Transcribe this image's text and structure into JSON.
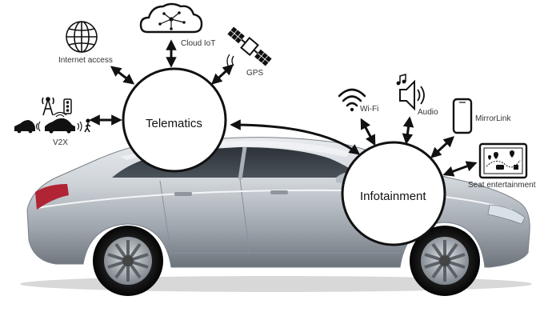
{
  "hubs": {
    "telematics": "Telematics",
    "infotainment": "Infotainment"
  },
  "telematics_services": {
    "cloud_iot": "Cloud IoT",
    "internet_access": "Internet access",
    "gps": "GPS",
    "v2x": "V2X"
  },
  "infotainment_services": {
    "wifi": "Wi-Fi",
    "audio": "Audio",
    "mirrorlink": "MirrorLink",
    "seat_entertainment": "Seat entertainment"
  },
  "icons": {
    "cloud": "cloud-network-icon",
    "globe": "globe-icon",
    "satellite": "satellite-icon",
    "v2x": "v2x-icon",
    "wifi": "wifi-icon",
    "audio": "speaker-music-icon",
    "phone": "smartphone-icon",
    "screen": "map-screen-icon"
  },
  "colors": {
    "car_body": "#c7ccd2",
    "tail_light": "#b02434",
    "line": "#111111"
  }
}
